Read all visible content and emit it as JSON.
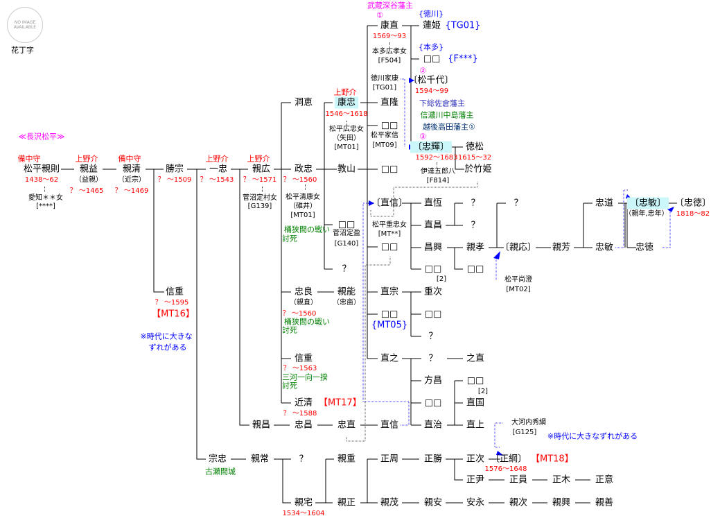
{
  "logo": {
    "line1": "NO IMAGE",
    "line2": "AVAILABLE",
    "caption": "花丁字"
  },
  "colors": {
    "red": "#ff0000",
    "green": "#008000",
    "blue": "#0000ff",
    "magenta": "#ff00ff",
    "highlight": "#ccf7fa"
  },
  "nodes": [
    "≪長沢松平≫",
    "備中守",
    "松平親則",
    "1438〜62",
    "愛知＊＊女",
    "[****]",
    "上野介",
    "親益",
    "（益親）",
    "？ 〜1465",
    "備中守",
    "親清",
    "（近宗）",
    "？ 〜1469",
    "勝宗",
    "？ 〜1509",
    "上野介",
    "一忠",
    "？ 〜1543",
    "上野介",
    "親広",
    "？ 〜1571",
    "菅沼定村女",
    "[G139]",
    "政忠",
    "？ 〜1560",
    "松平清康女",
    "（碓井）",
    "[MT01]",
    "桶狭間の戦い",
    "討死",
    "洞恵",
    "上野介",
    "康忠",
    "1546〜1618",
    "松平広忠女",
    "（矢田）",
    "[MT01]",
    "教山",
    "□□",
    "菅沼定盈",
    "[G140]",
    "？",
    "武蔵深谷藩主",
    "①",
    "康直",
    "1569〜93",
    "本多広孝女",
    "[F504]",
    "徳川家康",
    "[TG01]",
    "直隆",
    "□□",
    "松平家信",
    "[MT09]",
    "□□",
    "{徳川}",
    "蓮姫",
    "{TG01}",
    "{本多}",
    "□□",
    "{F***}",
    "②",
    "〔松千代〕",
    "1594〜99",
    "下総佐倉藩主",
    "信濃川中島藩主",
    "越後高田藩主①",
    "③",
    "〔忠輝〕",
    "1592〜1683",
    "伊達五郎八",
    "[F814]",
    "徳松",
    "1615〜32",
    "於竹姫",
    "〔直信〕",
    "松平重忠女",
    "[MT**]",
    "□□",
    "直恆",
    "直昌",
    "昌興",
    "□□",
    "[2]",
    "？",
    "？",
    "親孝",
    "□□",
    "？",
    "〔親応〕",
    "松平尚澄",
    "[MT02]",
    "親芳",
    "忠道",
    "忠敏",
    "〔忠敏〕",
    "（親年,忠年）",
    "忠徳",
    "〔忠徳〕",
    "1818〜82",
    "信重",
    "？ 〜1595",
    "【MT16】",
    "※時代に大きな",
    "ずれがある",
    "忠良",
    "（親直）",
    "親能",
    "（忠亩）",
    "？ 〜1560",
    "桶狭間の戦い",
    "討死",
    "信重",
    "？ 〜1563",
    "三河一向一揆",
    "討死",
    "近清",
    "【MT17】",
    "？ 〜1588",
    "直宗",
    "□□",
    "{MT05}",
    "重次",
    "□□",
    "？",
    "直之",
    "？",
    "之直",
    "方昌",
    "□□",
    "直治",
    "□□",
    "[2]",
    "直国",
    "直上",
    "大河内秀綱",
    "[G125]",
    "※時代に大きなずれがある",
    "親昌",
    "忠昌",
    "忠直",
    "直信",
    "宗忠",
    "古瀬間城",
    "親常",
    "？",
    "親重",
    "正周",
    "正勝",
    "正次",
    "〔正綱〕",
    "【MT18】",
    "1576〜1648",
    "正尹",
    "正員",
    "正木",
    "正意",
    "親宅",
    "1534〜1604",
    "親正",
    "親茂",
    "親安",
    "安永",
    "親次",
    "親興",
    "親善"
  ]
}
